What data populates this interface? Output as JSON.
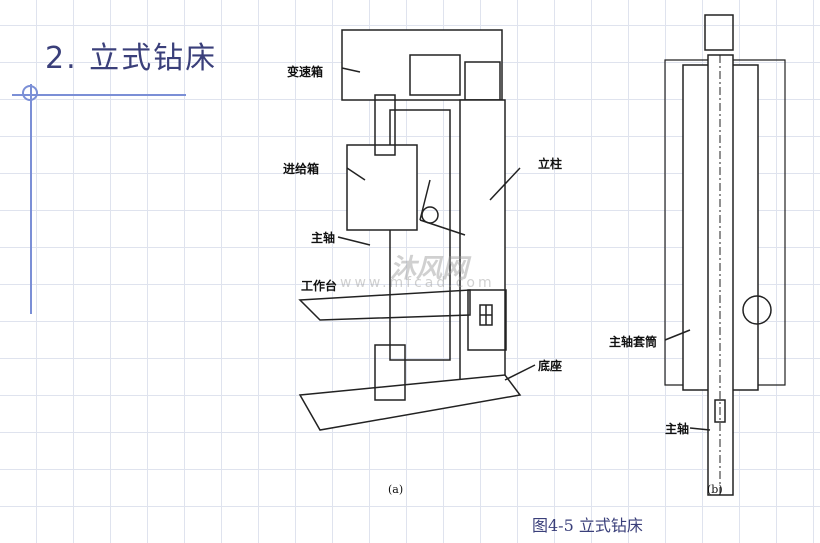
{
  "title": "2. 立式钻床",
  "figure_a": {
    "labels": {
      "gearbox": "变速箱",
      "feed_box": "进给箱",
      "spindle": "主轴",
      "table": "工作台",
      "column": "立柱",
      "base": "底座"
    },
    "sub_caption": "(a)"
  },
  "figure_b": {
    "labels": {
      "sleeve": "主轴套筒",
      "spindle": "主轴"
    },
    "sub_caption": "(b)"
  },
  "caption": "图4-5  立式钻床",
  "watermark": {
    "name": "沐风网",
    "url": "www.mfcad.com"
  }
}
